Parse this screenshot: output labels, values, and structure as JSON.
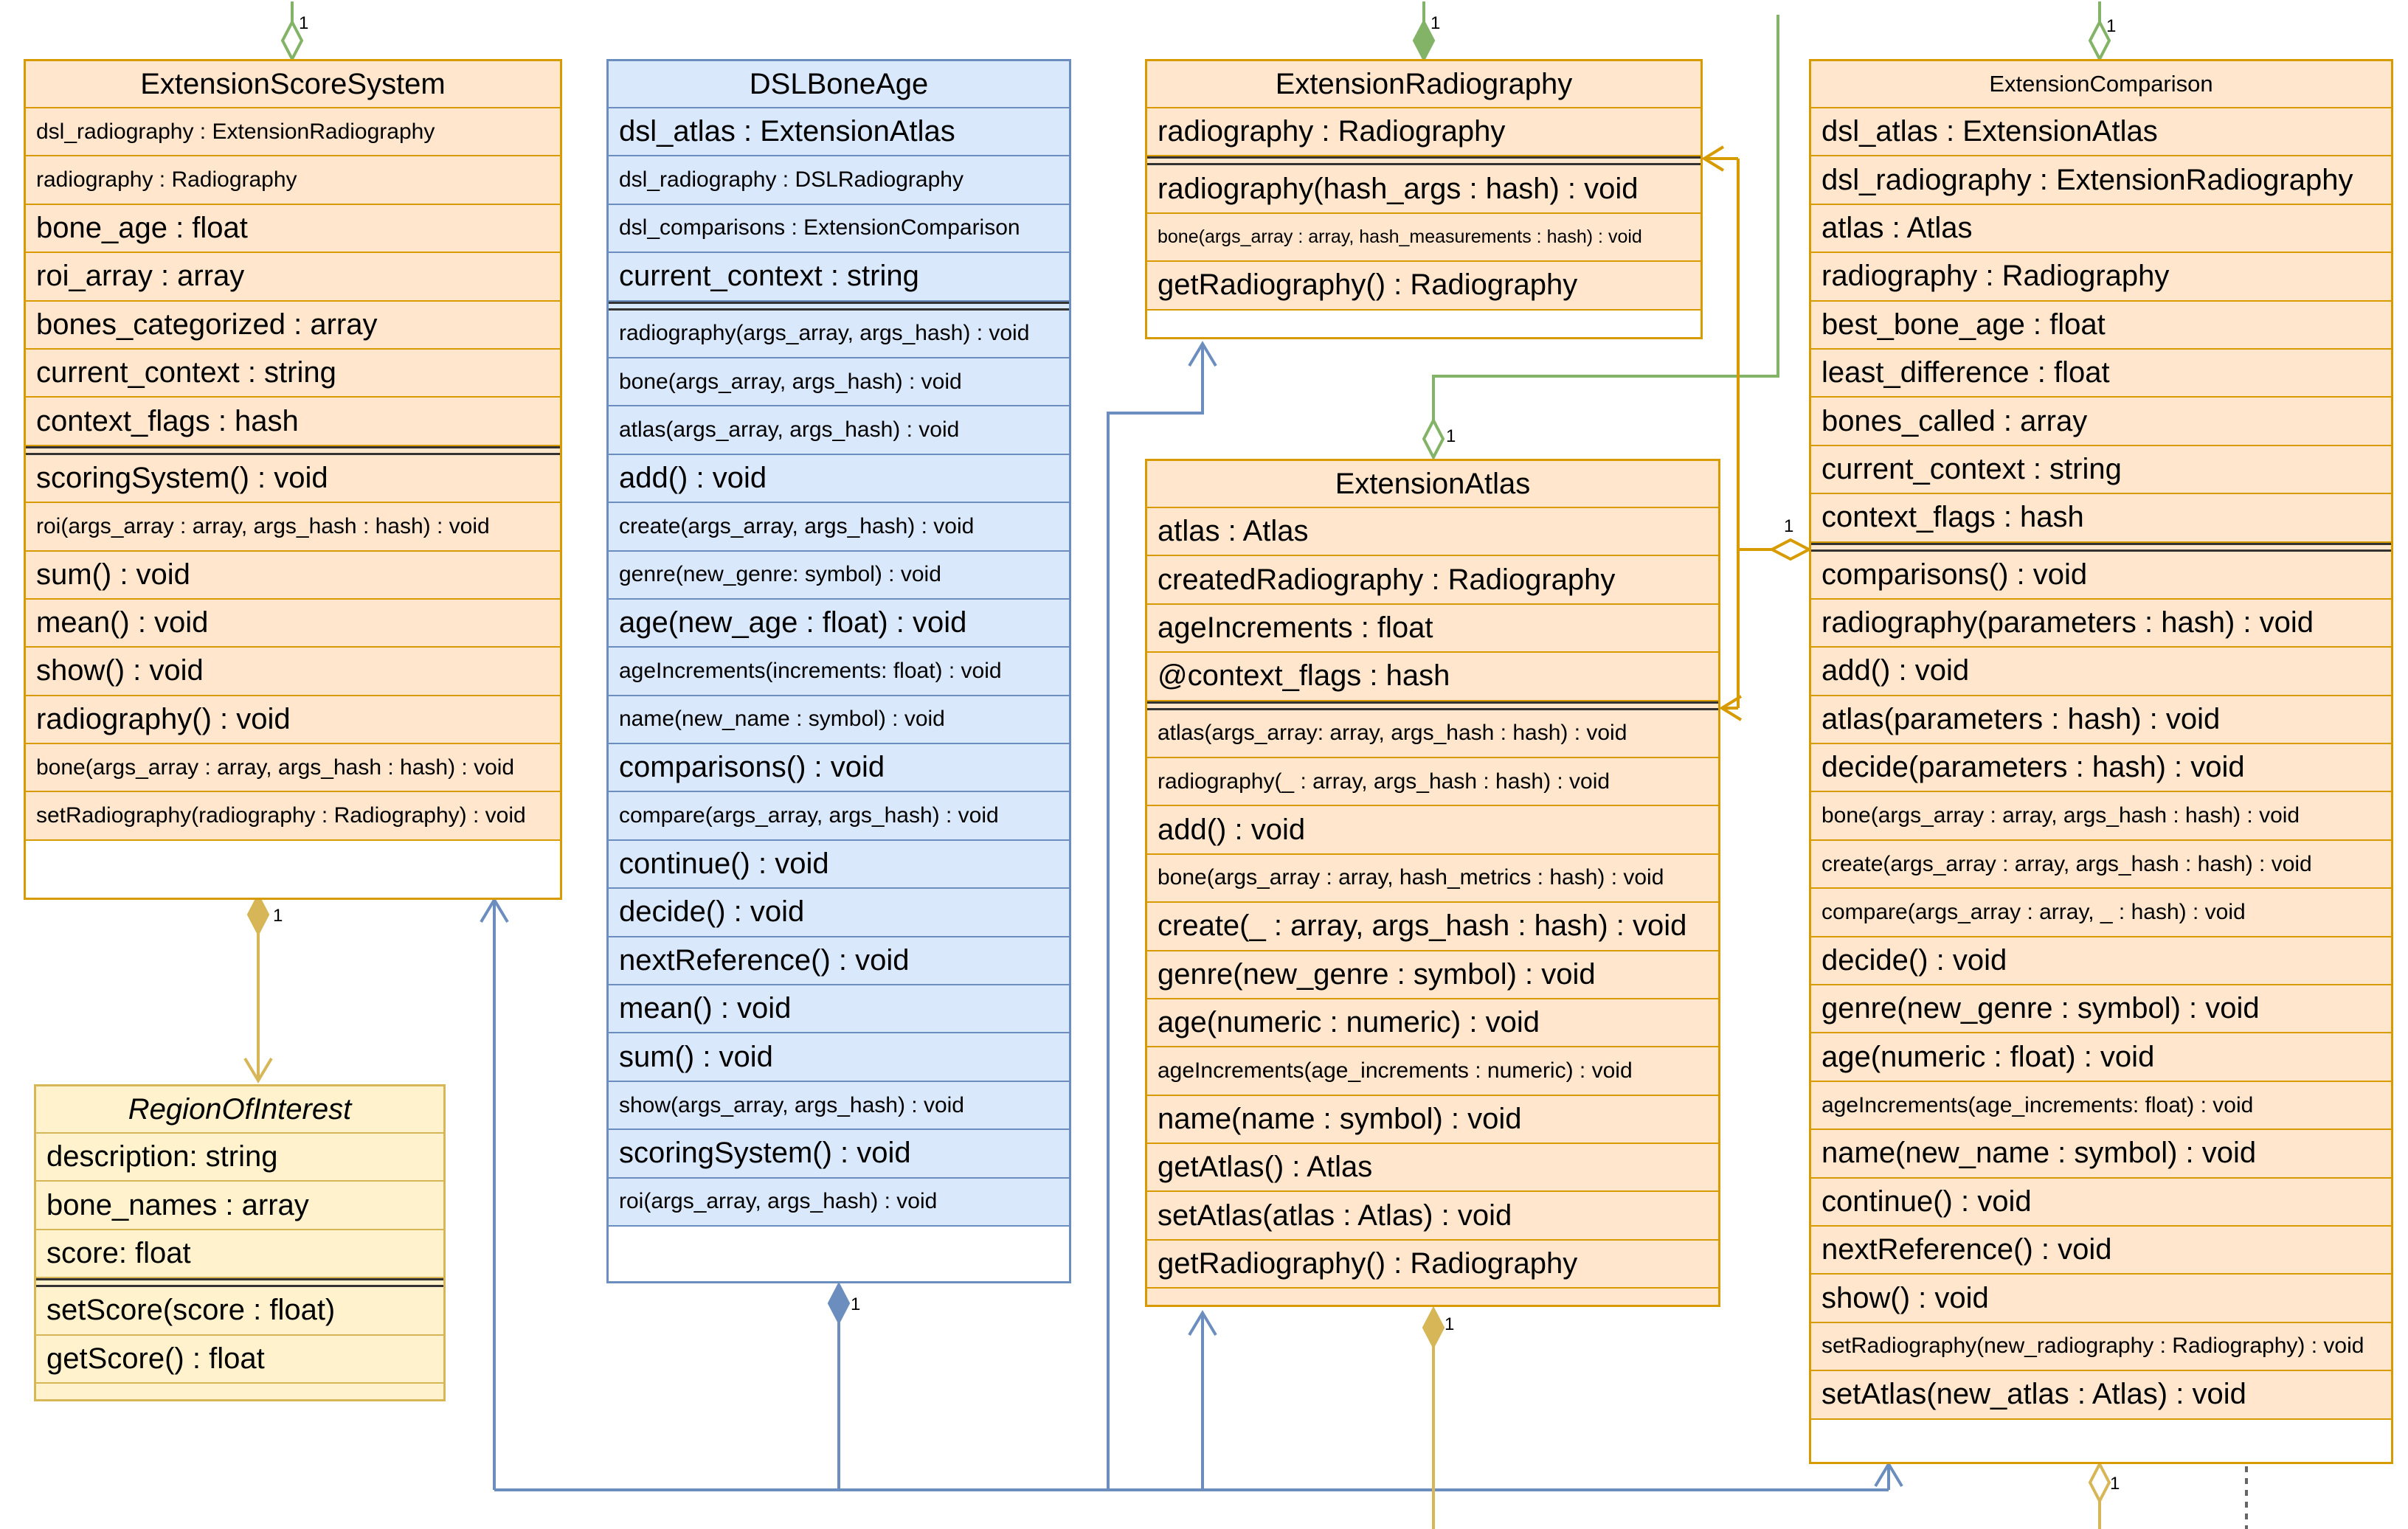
{
  "classes": {
    "score_system": {
      "name": "ExtensionScoreSystem",
      "attributes": [
        {
          "text": "dsl_radiography : ExtensionRadiography",
          "size": "s"
        },
        {
          "text": "radiography : Radiography",
          "size": "s"
        },
        {
          "text": "bone_age : float",
          "size": "l"
        },
        {
          "text": "roi_array : array",
          "size": "l"
        },
        {
          "text": "bones_categorized : array",
          "size": "l"
        },
        {
          "text": "current_context : string",
          "size": "l"
        },
        {
          "text": "context_flags : hash",
          "size": "l"
        }
      ],
      "methods": [
        {
          "text": "scoringSystem() : void",
          "size": "l"
        },
        {
          "text": "roi(args_array : array, args_hash : hash) : void",
          "size": "s"
        },
        {
          "text": "sum() : void",
          "size": "l"
        },
        {
          "text": "mean() : void",
          "size": "l"
        },
        {
          "text": "show() : void",
          "size": "l"
        },
        {
          "text": "radiography() : void",
          "size": "l"
        },
        {
          "text": "bone(args_array : array, args_hash : hash) : void",
          "size": "s"
        },
        {
          "text": "setRadiography(radiography : Radiography) : void",
          "size": "s"
        }
      ]
    },
    "bone_age": {
      "name": "DSLBoneAge",
      "attributes": [
        {
          "text": "dsl_atlas : ExtensionAtlas",
          "size": "l"
        },
        {
          "text": "dsl_radiography : DSLRadiography",
          "size": "s"
        },
        {
          "text": "dsl_comparisons : ExtensionComparison",
          "size": "s"
        },
        {
          "text": "current_context : string",
          "size": "l"
        }
      ],
      "methods": [
        {
          "text": "radiography(args_array, args_hash) : void",
          "size": "s"
        },
        {
          "text": "bone(args_array, args_hash) : void",
          "size": "s"
        },
        {
          "text": "atlas(args_array, args_hash) : void",
          "size": "s"
        },
        {
          "text": "add() : void",
          "size": "l"
        },
        {
          "text": "create(args_array, args_hash) : void",
          "size": "s"
        },
        {
          "text": "genre(new_genre: symbol) : void",
          "size": "s"
        },
        {
          "text": "age(new_age : float) : void",
          "size": "l"
        },
        {
          "text": "ageIncrements(increments: float) : void",
          "size": "s"
        },
        {
          "text": "name(new_name : symbol) : void",
          "size": "s"
        },
        {
          "text": "comparisons() : void",
          "size": "l"
        },
        {
          "text": "compare(args_array, args_hash) : void",
          "size": "s"
        },
        {
          "text": "continue() : void",
          "size": "l"
        },
        {
          "text": "decide() : void",
          "size": "l"
        },
        {
          "text": "nextReference() : void",
          "size": "l"
        },
        {
          "text": "mean() : void",
          "size": "l"
        },
        {
          "text": "sum() : void",
          "size": "l"
        },
        {
          "text": "show(args_array, args_hash) : void",
          "size": "s"
        },
        {
          "text": "scoringSystem() : void",
          "size": "l"
        },
        {
          "text": "roi(args_array, args_hash) : void",
          "size": "s"
        }
      ]
    },
    "radiography": {
      "name": "ExtensionRadiography",
      "attributes": [
        {
          "text": "radiography : Radiography",
          "size": "l"
        }
      ],
      "methods": [
        {
          "text": "radiography(hash_args : hash) : void",
          "size": "l"
        },
        {
          "text": "bone(args_array : array, hash_measurements : hash) : void",
          "size": "xs"
        },
        {
          "text": "getRadiography() : Radiography",
          "size": "l"
        }
      ]
    },
    "atlas": {
      "name": "ExtensionAtlas",
      "attributes": [
        {
          "text": "atlas : Atlas",
          "size": "l"
        },
        {
          "text": "createdRadiography : Radiography",
          "size": "l"
        },
        {
          "text": "ageIncrements : float",
          "size": "l"
        },
        {
          "text": "@context_flags : hash",
          "size": "l"
        }
      ],
      "methods": [
        {
          "text": "atlas(args_array: array, args_hash : hash) : void",
          "size": "s"
        },
        {
          "text": "radiography(_ : array, args_hash : hash) : void",
          "size": "s"
        },
        {
          "text": "add() : void",
          "size": "l"
        },
        {
          "text": "bone(args_array : array, hash_metrics : hash) : void",
          "size": "s"
        },
        {
          "text": "create(_ : array, args_hash : hash) : void",
          "size": "l"
        },
        {
          "text": "genre(new_genre : symbol) : void",
          "size": "l"
        },
        {
          "text": "age(numeric : numeric) : void",
          "size": "l"
        },
        {
          "text": "ageIncrements(age_increments : numeric) : void",
          "size": "s"
        },
        {
          "text": "name(name : symbol) : void",
          "size": "l"
        },
        {
          "text": "getAtlas() : Atlas",
          "size": "l"
        },
        {
          "text": "setAtlas(atlas : Atlas) : void",
          "size": "l"
        },
        {
          "text": "getRadiography() : Radiography",
          "size": "l"
        }
      ]
    },
    "comparison": {
      "name": "ExtensionComparison",
      "attributes": [
        {
          "text": "dsl_atlas : ExtensionAtlas",
          "size": "l"
        },
        {
          "text": "dsl_radiography : ExtensionRadiography",
          "size": "l"
        },
        {
          "text": "atlas : Atlas",
          "size": "l"
        },
        {
          "text": "radiography : Radiography",
          "size": "l"
        },
        {
          "text": "best_bone_age : float",
          "size": "l"
        },
        {
          "text": "least_difference : float",
          "size": "l"
        },
        {
          "text": "bones_called : array",
          "size": "l"
        },
        {
          "text": "current_context : string",
          "size": "l"
        },
        {
          "text": "context_flags : hash",
          "size": "l"
        }
      ],
      "methods": [
        {
          "text": "comparisons() : void",
          "size": "l"
        },
        {
          "text": "radiography(parameters : hash) : void",
          "size": "l"
        },
        {
          "text": "add() : void",
          "size": "l"
        },
        {
          "text": "atlas(parameters : hash) : void",
          "size": "l"
        },
        {
          "text": "decide(parameters : hash) : void",
          "size": "l"
        },
        {
          "text": "bone(args_array : array, args_hash : hash) : void",
          "size": "s"
        },
        {
          "text": "create(args_array : array, args_hash : hash) : void",
          "size": "s"
        },
        {
          "text": "compare(args_array : array, _ : hash) : void",
          "size": "s"
        },
        {
          "text": "decide() : void",
          "size": "l"
        },
        {
          "text": "genre(new_genre : symbol) : void",
          "size": "l"
        },
        {
          "text": "age(numeric : float) : void",
          "size": "l"
        },
        {
          "text": "ageIncrements(age_increments: float) : void",
          "size": "s"
        },
        {
          "text": "name(new_name : symbol) : void",
          "size": "l"
        },
        {
          "text": "continue() : void",
          "size": "l"
        },
        {
          "text": "nextReference() : void",
          "size": "l"
        },
        {
          "text": "show() : void",
          "size": "l"
        },
        {
          "text": "setRadiography(new_radiography : Radiography) : void",
          "size": "s"
        },
        {
          "text": "setAtlas(new_atlas : Atlas) : void",
          "size": "l"
        }
      ]
    },
    "roi": {
      "name": "RegionOfInterest",
      "attributes": [
        {
          "text": "description: string",
          "size": "l"
        },
        {
          "text": "bone_names : array",
          "size": "l"
        },
        {
          "text": "score: float",
          "size": "l"
        }
      ],
      "methods": [
        {
          "text": "setScore(score : float)",
          "size": "l"
        },
        {
          "text": "getScore() : float",
          "size": "l"
        }
      ]
    }
  },
  "multiplicities": {
    "score_top": "1",
    "radiography_top": "1",
    "comparison_top": "1",
    "atlas_top": "1",
    "comparison_side": "1",
    "score_bottom": "1",
    "bone_age_bottom": "1",
    "atlas_bottom": "1",
    "comparison_bottom": "1"
  },
  "colors": {
    "orange_fill": "#ffe6cc",
    "orange_stroke": "#d79b00",
    "blue_fill": "#dae8fc",
    "blue_stroke": "#6c8ebf",
    "yellow_fill": "#fff2cc",
    "yellow_stroke": "#d6b656",
    "green_line": "#82b366",
    "gold_line": "#d6b656",
    "amber_line": "#d79b00"
  }
}
